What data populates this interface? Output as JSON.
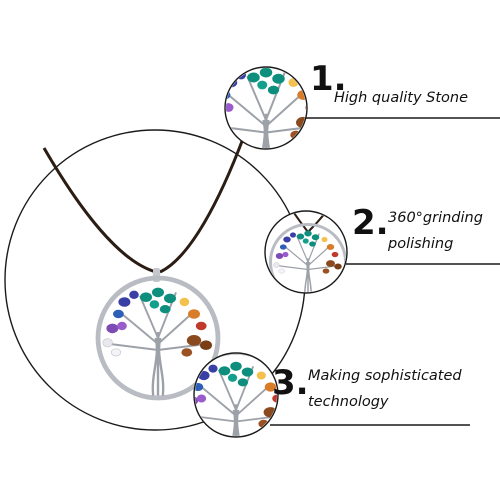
{
  "features": [
    {
      "number": "1.",
      "line1": "High quality Stone",
      "line2": ""
    },
    {
      "number": "2.",
      "line1": "360°grinding",
      "line2": "polishing"
    },
    {
      "number": "3.",
      "line1": "Making sophisticated",
      "line2": "technology"
    }
  ],
  "colors": {
    "outline": "#1a1a1a",
    "cord": "#2b1d14",
    "wire": "#b9bcc2",
    "stones": [
      "#0e8f7e",
      "#3a3fa6",
      "#7d4bb4",
      "#d97c2a",
      "#c0392b",
      "#8a4a1e",
      "#e8e8ee"
    ]
  }
}
